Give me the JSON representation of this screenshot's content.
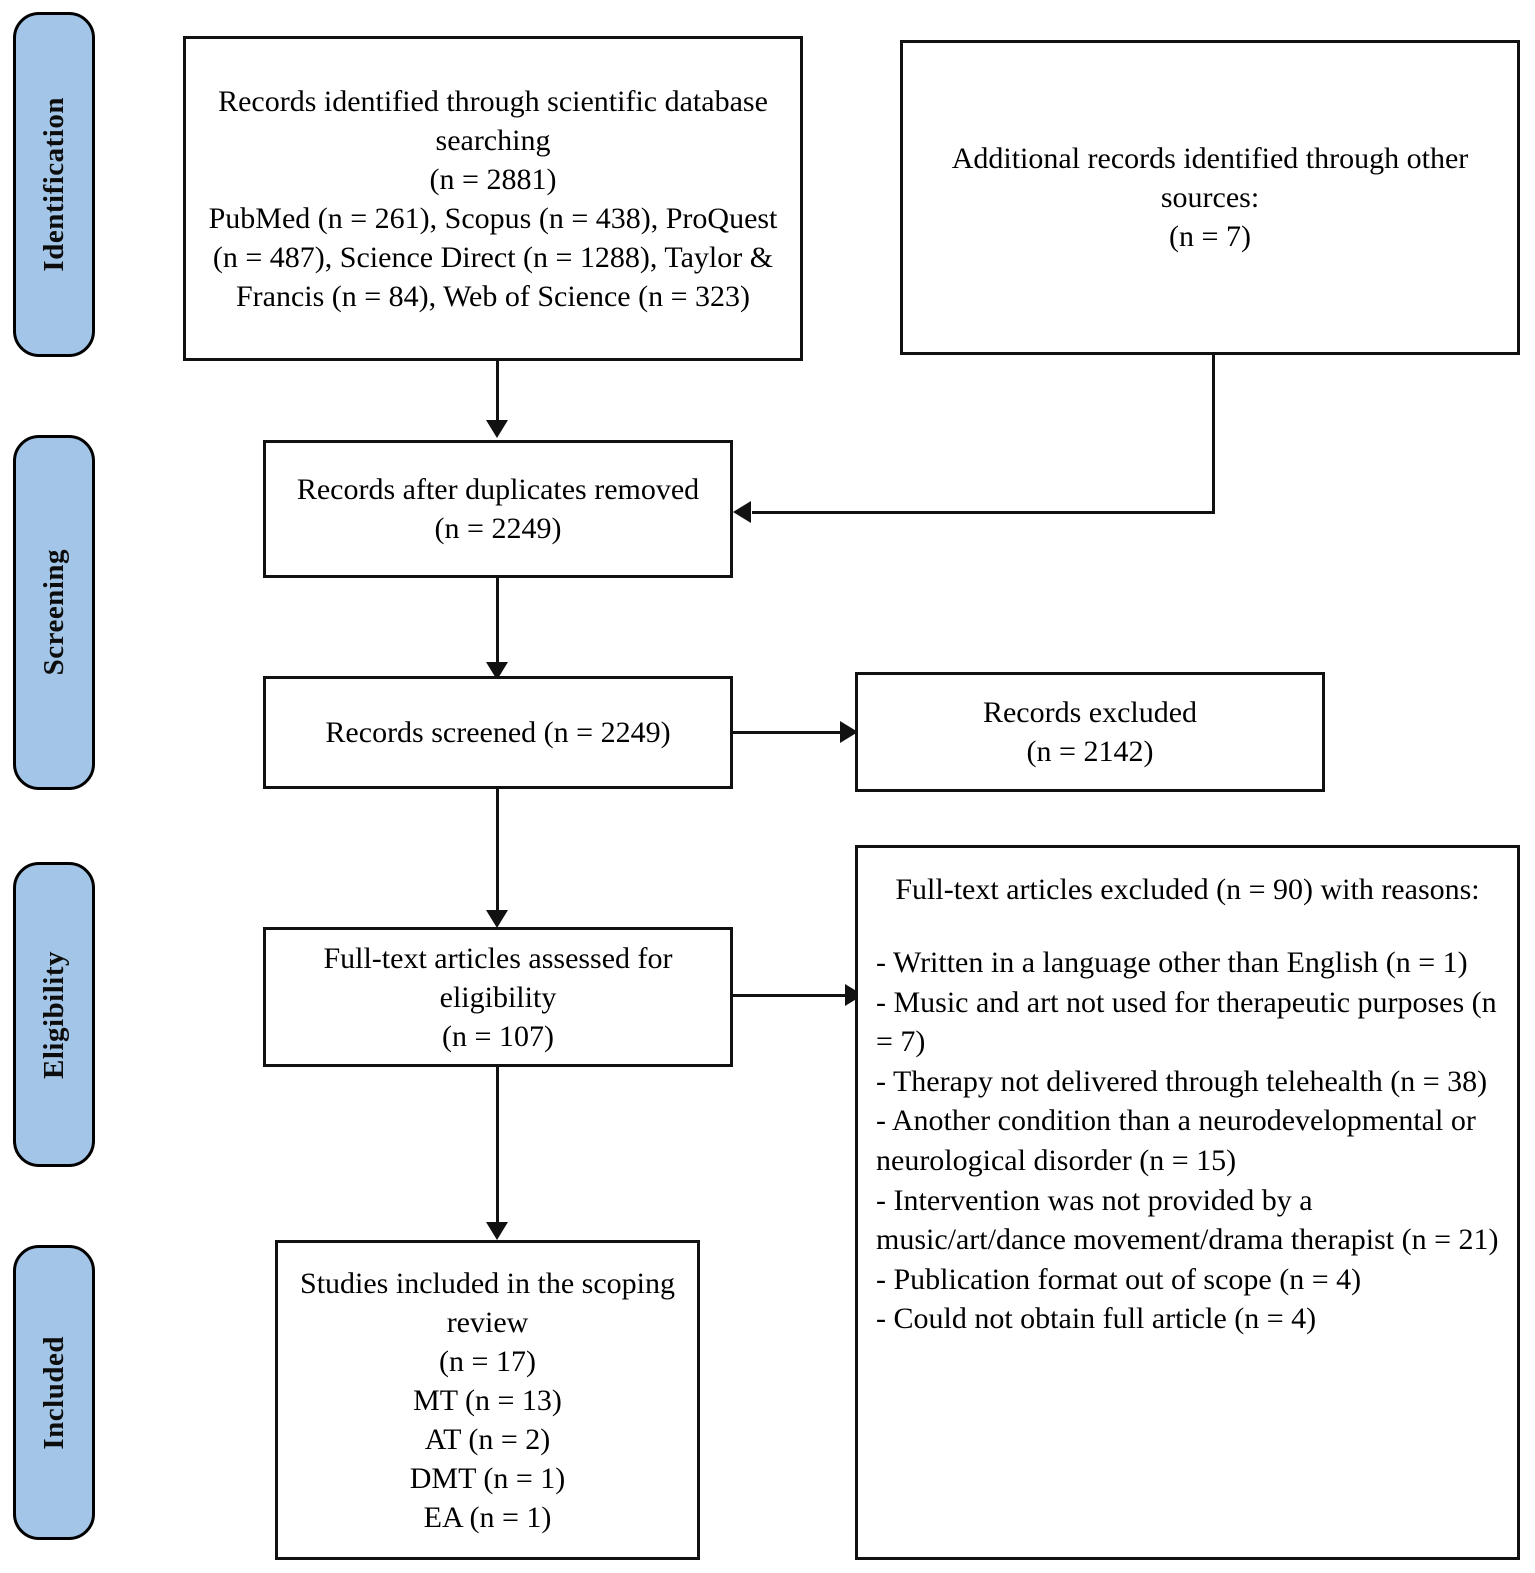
{
  "diagram": {
    "type": "prisma-flow-diagram",
    "title": "PRISMA flow diagram",
    "accent_color": "#A3C6E8",
    "border_color": "#111111",
    "background_color": "#FFFFFF"
  },
  "stages": [
    {
      "id": "identification",
      "label": "Identification"
    },
    {
      "id": "screening",
      "label": "Screening"
    },
    {
      "id": "eligibility",
      "label": "Eligibility"
    },
    {
      "id": "included",
      "label": "Included"
    }
  ],
  "boxes": {
    "records_identified": {
      "text": "Records identified through scientific database searching\n(n = 2881)\nPubMed (n = 261), Scopus (n = 438), ProQuest (n = 487), Science Direct (n = 1288), Taylor & Francis (n = 84), Web of Science (n = 323)"
    },
    "additional_records": {
      "text": "Additional records identified through other sources:\n(n = 7)"
    },
    "duplicates_removed": {
      "text": "Records after duplicates removed\n(n = 2249)"
    },
    "records_screened": {
      "text": "Records screened (n = 2249)"
    },
    "records_excluded": {
      "text": "Records excluded\n(n = 2142)"
    },
    "fulltext_assessed": {
      "text": "Full-text articles assessed for eligibility\n(n = 107)"
    },
    "fulltext_excluded": {
      "heading": "Full-text articles excluded (n = 90) with reasons:",
      "reasons": "- Written in a language other than English (n = 1)\n- Music and art not used for therapeutic purposes (n = 7)\n- Therapy not delivered through telehealth (n = 38)\n- Another condition than a neurodevelopmental or neurological disorder (n = 15)\n- Intervention was not provided by a music/art/dance movement/drama therapist (n = 21)\n- Publication format out of scope (n = 4)\n- Could not obtain full article (n = 4)"
    },
    "studies_included": {
      "text": "Studies included in the scoping review\n(n = 17)\nMT (n = 13)\nAT (n = 2)\nDMT (n = 1)\nEA (n = 1)"
    }
  },
  "counts": {
    "records_identified_total": 2881,
    "pubmed": 261,
    "scopus": 438,
    "proquest": 487,
    "science_direct": 1288,
    "taylor_francis": 84,
    "web_of_science": 323,
    "additional_records": 7,
    "after_duplicates_removed": 2249,
    "records_screened": 2249,
    "records_excluded": 2142,
    "fulltext_assessed": 107,
    "fulltext_excluded": 90,
    "excluded_language": 1,
    "excluded_not_therapeutic": 7,
    "excluded_not_telehealth": 38,
    "excluded_other_condition": 15,
    "excluded_not_therapist": 21,
    "excluded_publication_format": 4,
    "excluded_no_full_article": 4,
    "studies_included_total": 17,
    "studies_mt": 13,
    "studies_at": 2,
    "studies_dmt": 1,
    "studies_ea": 1
  }
}
